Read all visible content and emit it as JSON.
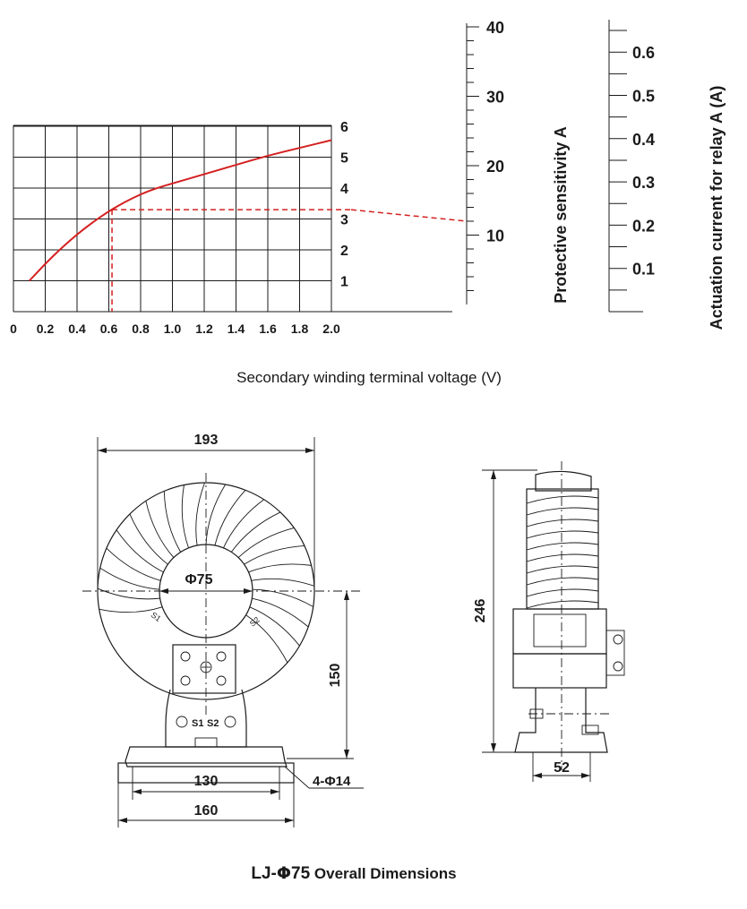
{
  "chart_data": {
    "type": "line",
    "xlabel": "Secondary winding  terminal voltage (V)",
    "x_ticks": [
      "0",
      "0.2",
      "0.4",
      "0.6",
      "0.8",
      "1.0",
      "1.2",
      "1.4",
      "1.6",
      "1.8",
      "2.0"
    ],
    "y_ticks": [
      "1",
      "2",
      "3",
      "4",
      "5",
      "6"
    ],
    "xlim": [
      0,
      2.0
    ],
    "ylim": [
      0,
      6
    ],
    "grid": true,
    "series": [
      {
        "color": "#d42020",
        "x": [
          0.1,
          0.2,
          0.3,
          0.4,
          0.5,
          0.6,
          0.7,
          0.8,
          0.9,
          1.0,
          1.2,
          1.4,
          1.6,
          1.8,
          2.0
        ],
        "y": [
          1.0,
          1.55,
          2.05,
          2.5,
          2.9,
          3.25,
          3.55,
          3.8,
          4.0,
          4.15,
          4.45,
          4.75,
          5.05,
          5.3,
          5.55
        ]
      }
    ],
    "reference": {
      "x": 0.62,
      "y": 3.3,
      "sensitivity": 12
    },
    "sensitivity_axis": {
      "label": "Protective sensitivity A",
      "ticks": [
        "10",
        "20",
        "30",
        "40"
      ],
      "range": [
        0,
        40
      ]
    },
    "relay_axis": {
      "label": "Actuation current for relay A (A)",
      "ticks": [
        "0.1",
        "0.2",
        "0.3",
        "0.4",
        "0.5",
        "0.6"
      ],
      "range": [
        0,
        0.65
      ]
    }
  },
  "drawing": {
    "title_prefix": "LJ-",
    "title_symbol": "Φ",
    "title_size": "75",
    "title_suffix": " Overall Dimensions",
    "dim_width": "193",
    "dim_inner": "Φ75",
    "dim_center_height": "150",
    "dim_hole_spacing": "130",
    "dim_base_width": "160",
    "dim_holes": "4-Φ14",
    "dim_height": "246",
    "dim_depth": "52",
    "terminal_s1": "S1",
    "terminal_s2": "S2",
    "nameplate_left": "S1",
    "nameplate_right": "S2"
  }
}
